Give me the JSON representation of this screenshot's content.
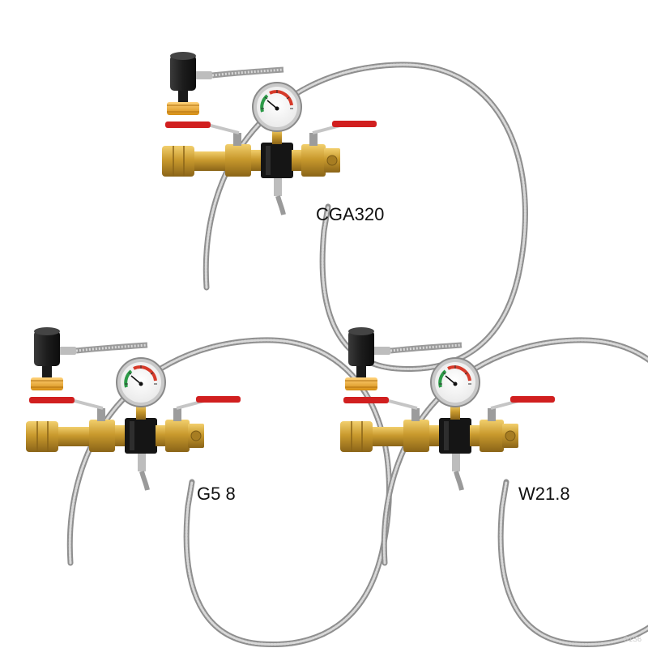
{
  "products": [
    {
      "label": "CGA320"
    },
    {
      "label": "G5 8"
    },
    {
      "label": "W21.8"
    }
  ],
  "watermark": "S1S6",
  "colors": {
    "hose": "#a9a9a9",
    "brass": "#c99a2e",
    "handle": "#d11f1f",
    "knob": "#e7a423",
    "cap": "#1c1c1c",
    "gauge_red": "#d63a2a",
    "gauge_green": "#2c9a47"
  }
}
